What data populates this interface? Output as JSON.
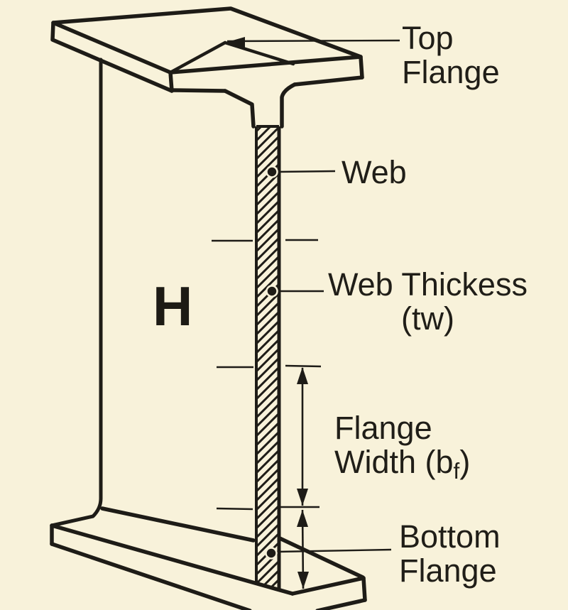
{
  "colors": {
    "background": "#f8f2da",
    "ink": "#1e1c17"
  },
  "labels": {
    "top_flange": {
      "line1": "Top",
      "line2": "Flange"
    },
    "web": {
      "text": "Web"
    },
    "web_thickness": {
      "line1": "Web Thickess",
      "line2": "(tw)"
    },
    "flange_width": {
      "line1": "Flange",
      "line2_pre": "Width (b",
      "line2_sub": "f",
      "line2_post": ")"
    },
    "bottom_flange": {
      "line1": "Bottom",
      "line2": "Flange"
    },
    "beam_height": {
      "text": "H"
    }
  }
}
